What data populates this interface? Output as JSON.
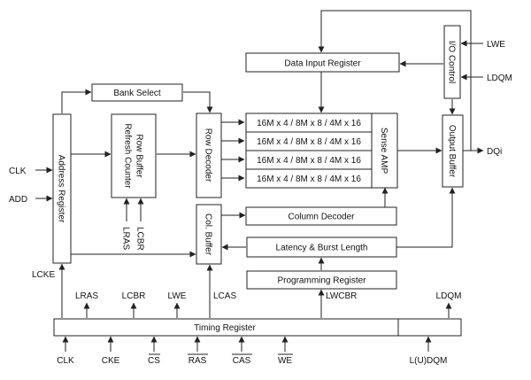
{
  "blocks": {
    "data_input_register": "Data Input Register",
    "io_control": "I/O Control",
    "bank_select": "Bank Select",
    "address_register": "Address Register",
    "row_buffer_line1": "Row Buffer",
    "row_buffer_line2": "Refresh Counter",
    "row_decoder": "Row Decoder",
    "memory_banks": [
      "16M x 4 / 8M x 8 / 4M x 16",
      "16M x 4 / 8M x 8 / 4M x 16",
      "16M x 4 / 8M x 8 / 4M x 16",
      "16M x 4 / 8M x 8 / 4M x 16"
    ],
    "sense_amp": "Sense AMP",
    "output_buffer": "Output Buffer",
    "col_buffer": "Col. Buffer",
    "column_decoder": "Column Decoder",
    "latency_burst": "Latency & Burst Length",
    "programming_register": "Programming Register",
    "timing_register": "Timing Register"
  },
  "signals": {
    "clk_in": "CLK",
    "add_in": "ADD",
    "lcke": "LCKE",
    "lras_v": "LRAS",
    "lcbr_v": "LCBR",
    "lwe_io": "LWE",
    "ldqm_io": "LDQM",
    "dqi": "DQi",
    "lras": "LRAS",
    "lcbr": "LCBR",
    "lwe": "LWE",
    "lcas": "LCAS",
    "lwcbr": "LWCBR",
    "ldqm": "LDQM"
  },
  "bottom_inputs": [
    "CLK",
    "CKE",
    "CS",
    "RAS",
    "CAS",
    "WE",
    "L(U)DQM"
  ]
}
